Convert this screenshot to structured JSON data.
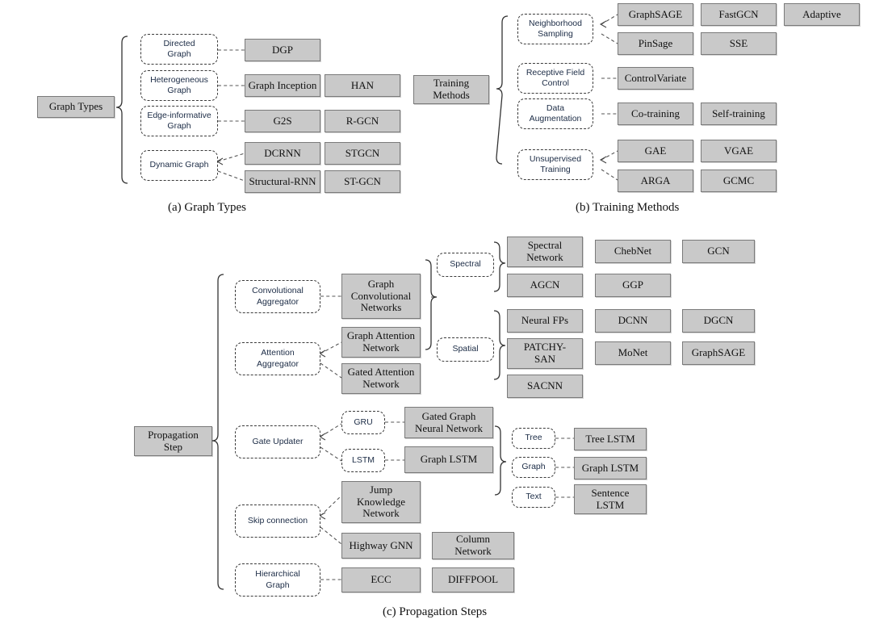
{
  "figure": {
    "title": "GNN taxonomy diagram",
    "colors": {
      "box_fill": "#c9c9c9",
      "box_border": "#7a7a7a",
      "dashed_border": "#3a3a3a",
      "text": "#111111",
      "dashed_text": "#1b2b45",
      "background": "#ffffff"
    }
  },
  "sections": [
    {
      "id": "a",
      "caption": "(a) Graph Types",
      "root": "Graph Types",
      "branches": [
        {
          "label": "Directed\nGraph",
          "methods": [
            "DGP"
          ]
        },
        {
          "label": "Heterogeneous\nGraph",
          "methods": [
            "Graph Inception",
            "HAN"
          ]
        },
        {
          "label": "Edge-informative\nGraph",
          "methods": [
            "G2S",
            "R-GCN"
          ]
        },
        {
          "label": "Dynamic Graph",
          "methods": [
            "DCRNN",
            "STGCN",
            "Structural-RNN",
            "ST-GCN"
          ]
        }
      ]
    },
    {
      "id": "b",
      "caption": "(b) Training Methods",
      "root": "Training\nMethods",
      "branches": [
        {
          "label": "Neighborhood\nSampling",
          "methods": [
            "GraphSAGE",
            "FastGCN",
            "Adaptive",
            "PinSage",
            "SSE"
          ]
        },
        {
          "label": "Receptive Field\nControl",
          "methods": [
            "ControlVariate"
          ]
        },
        {
          "label": "Data\nAugmentation",
          "methods": [
            "Co-training",
            "Self-training"
          ]
        },
        {
          "label": "Unsupervised\nTraining",
          "methods": [
            "GAE",
            "VGAE",
            "ARGA",
            "GCMC"
          ]
        }
      ]
    },
    {
      "id": "c",
      "caption": "(c) Propagation Steps",
      "root": "Propagation\nStep",
      "branches": [
        {
          "label": "Convolutional\nAggregator",
          "methods": [
            "Graph\nConvolutional\nNetworks"
          ],
          "subbranches": [
            {
              "label": "Spectral",
              "methods": [
                "Spectral\nNetwork",
                "ChebNet",
                "GCN",
                "AGCN",
                "GGP"
              ]
            },
            {
              "label": "Spatial",
              "methods": [
                "Neural FPs",
                "DCNN",
                "DGCN",
                "PATCHY-\nSAN",
                "MoNet",
                "GraphSAGE",
                "SACNN"
              ]
            }
          ]
        },
        {
          "label": "Attention\nAggregator",
          "methods": [
            "Graph Attention\nNetwork",
            "Gated Attention\nNetwork"
          ]
        },
        {
          "label": "Gate Updater",
          "subbranches": [
            {
              "label": "GRU",
              "methods": [
                "Gated Graph\nNeural Network"
              ]
            },
            {
              "label": "LSTM",
              "methods": [
                "Graph LSTM"
              ],
              "subbranches": [
                {
                  "label": "Tree",
                  "methods": [
                    "Tree LSTM"
                  ]
                },
                {
                  "label": "Graph",
                  "methods": [
                    "Graph LSTM"
                  ]
                },
                {
                  "label": "Text",
                  "methods": [
                    "Sentence\nLSTM"
                  ]
                }
              ]
            }
          ]
        },
        {
          "label": "Skip connection",
          "methods": [
            "Jump\nKnowledge\nNetwork",
            "Highway GNN",
            "Column\nNetwork"
          ]
        },
        {
          "label": "Hierarchical\nGraph",
          "methods": [
            "ECC",
            "DIFFPOOL"
          ]
        }
      ]
    }
  ],
  "nodes": {
    "a_root": "Graph Types",
    "a_d1": "Directed\nGraph",
    "a_d2": "Heterogeneous\nGraph",
    "a_d3": "Edge-informative\nGraph",
    "a_d4": "Dynamic Graph",
    "a_m1": "DGP",
    "a_m2": "Graph Inception",
    "a_m3": "HAN",
    "a_m4": "G2S",
    "a_m5": "R-GCN",
    "a_m6": "DCRNN",
    "a_m7": "STGCN",
    "a_m8": "Structural-RNN",
    "a_m9": "ST-GCN",
    "b_root": "Training\nMethods",
    "b_d1": "Neighborhood\nSampling",
    "b_d2": "Receptive Field\nControl",
    "b_d3": "Data\nAugmentation",
    "b_d4": "Unsupervised\nTraining",
    "b_m1": "GraphSAGE",
    "b_m2": "FastGCN",
    "b_m3": "Adaptive",
    "b_m4": "PinSage",
    "b_m5": "SSE",
    "b_m6": "ControlVariate",
    "b_m7": "Co-training",
    "b_m8": "Self-training",
    "b_m9": "GAE",
    "b_m10": "VGAE",
    "b_m11": "ARGA",
    "b_m12": "GCMC",
    "c_root": "Propagation\nStep",
    "c_d1": "Convolutional\nAggregator",
    "c_d2": "Attention\nAggregator",
    "c_d3": "Gate Updater",
    "c_d4": "Skip connection",
    "c_d5": "Hierarchical\nGraph",
    "c_gcn": "Graph\nConvolutional\nNetworks",
    "c_gat": "Graph Attention\nNetwork",
    "c_gatt": "Gated Attention\nNetwork",
    "c_spectral": "Spectral",
    "c_spatial": "Spatial",
    "c_s1": "Spectral\nNetwork",
    "c_s2": "ChebNet",
    "c_s3": "GCN",
    "c_s4": "AGCN",
    "c_s5": "GGP",
    "c_p1": "Neural FPs",
    "c_p2": "DCNN",
    "c_p3": "DGCN",
    "c_p4": "PATCHY-\nSAN",
    "c_p5": "MoNet",
    "c_p6": "GraphSAGE",
    "c_p7": "SACNN",
    "c_gru": "GRU",
    "c_lstm": "LSTM",
    "c_ggnn": "Gated Graph\nNeural Network",
    "c_glstm": "Graph LSTM",
    "c_tree": "Tree",
    "c_graph": "Graph",
    "c_text": "Text",
    "c_treelstm": "Tree LSTM",
    "c_graphlstm": "Graph LSTM",
    "c_sentlstm": "Sentence\nLSTM",
    "c_jump": "Jump\nKnowledge\nNetwork",
    "c_hwy": "Highway GNN",
    "c_col": "Column\nNetwork",
    "c_ecc": "ECC",
    "c_diff": "DIFFPOOL",
    "cap_a": "(a) Graph Types",
    "cap_b": "(b) Training Methods",
    "cap_c": "(c) Propagation Steps"
  }
}
